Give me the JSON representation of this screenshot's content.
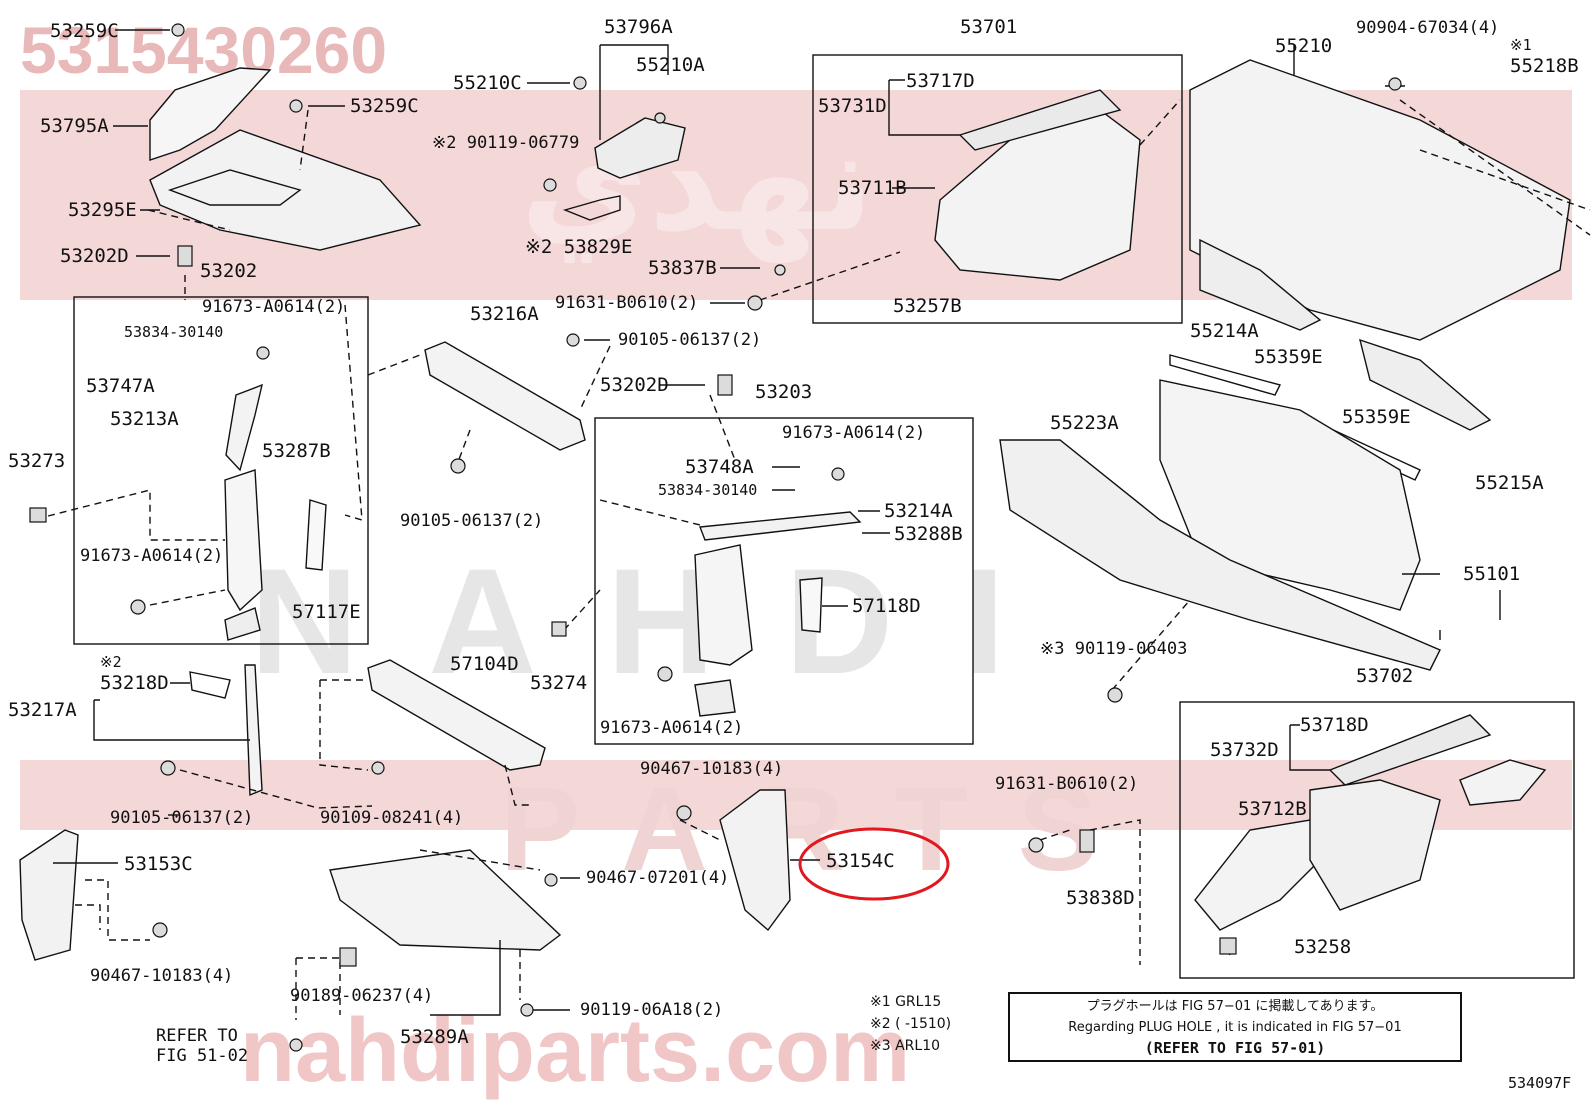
{
  "watermark": {
    "part_number": "5315430260",
    "arabic_brand": "نهدي",
    "latin_brand_top": "NAHDI",
    "latin_brand_mid": "PARTS",
    "site": "nahdiparts.com"
  },
  "colors": {
    "highlight_circle": "#e0191f",
    "watermark_band": "#f4d7d7",
    "line": "#111111"
  },
  "labels": [
    {
      "id": "53259C-top",
      "text": "53259C"
    },
    {
      "id": "53795A",
      "text": "53795A"
    },
    {
      "id": "53259C-mid",
      "text": "53259C"
    },
    {
      "id": "53295E",
      "text": "53295E"
    },
    {
      "id": "53202D-left",
      "text": "53202D"
    },
    {
      "id": "53202",
      "text": "53202"
    },
    {
      "id": "91673-A0614-a",
      "text": "91673-A0614(2)"
    },
    {
      "id": "53834-30140-a",
      "text": "53834-30140"
    },
    {
      "id": "53747A",
      "text": "53747A"
    },
    {
      "id": "53213A",
      "text": "53213A"
    },
    {
      "id": "53287B",
      "text": "53287B"
    },
    {
      "id": "53273",
      "text": "53273"
    },
    {
      "id": "91673-A0614-b",
      "text": "91673-A0614(2)"
    },
    {
      "id": "57117E",
      "text": "57117E"
    },
    {
      "id": "53796A",
      "text": "53796A"
    },
    {
      "id": "55210C",
      "text": "55210C"
    },
    {
      "id": "55210A",
      "text": "55210A"
    },
    {
      "id": "90119-06779",
      "text": "※2 90119-06779"
    },
    {
      "id": "53829E",
      "text": "※2 53829E"
    },
    {
      "id": "53837B",
      "text": "53837B"
    },
    {
      "id": "91631-B0610-a",
      "text": "91631-B0610(2)"
    },
    {
      "id": "53216A",
      "text": "53216A"
    },
    {
      "id": "90105-06137-a",
      "text": "90105-06137(2)"
    },
    {
      "id": "90105-06137-b",
      "text": "90105-06137(2)"
    },
    {
      "id": "53202D-mid",
      "text": "53202D"
    },
    {
      "id": "53203",
      "text": "53203"
    },
    {
      "id": "91673-A0614-c",
      "text": "91673-A0614(2)"
    },
    {
      "id": "53748A",
      "text": "53748A"
    },
    {
      "id": "53834-30140-b",
      "text": "53834-30140"
    },
    {
      "id": "53214A",
      "text": "53214A"
    },
    {
      "id": "53288B",
      "text": "53288B"
    },
    {
      "id": "57118D",
      "text": "57118D"
    },
    {
      "id": "53274",
      "text": "53274"
    },
    {
      "id": "91673-A0614-d",
      "text": "91673-A0614(2)"
    },
    {
      "id": "53701",
      "text": "53701"
    },
    {
      "id": "53717D",
      "text": "53717D"
    },
    {
      "id": "53731D",
      "text": "53731D"
    },
    {
      "id": "53711B",
      "text": "53711B"
    },
    {
      "id": "53257B",
      "text": "53257B"
    },
    {
      "id": "55210",
      "text": "55210"
    },
    {
      "id": "90904-67034",
      "text": "90904-67034(4)"
    },
    {
      "id": "mark1",
      "text": "※1"
    },
    {
      "id": "55218B",
      "text": "55218B"
    },
    {
      "id": "55214A",
      "text": "55214A"
    },
    {
      "id": "55359E-a",
      "text": "55359E"
    },
    {
      "id": "55359E-b",
      "text": "55359E"
    },
    {
      "id": "55215A",
      "text": "55215A"
    },
    {
      "id": "55223A",
      "text": "55223A"
    },
    {
      "id": "55101",
      "text": "55101"
    },
    {
      "id": "90119-06403",
      "text": "※3 90119-06403"
    },
    {
      "id": "mark2",
      "text": "※2"
    },
    {
      "id": "53218D",
      "text": "53218D"
    },
    {
      "id": "53217A",
      "text": "53217A"
    },
    {
      "id": "57104D",
      "text": "57104D"
    },
    {
      "id": "90105-06137-c",
      "text": "90105-06137(2)"
    },
    {
      "id": "90109-08241",
      "text": "90109-08241(4)"
    },
    {
      "id": "90467-10183-a",
      "text": "90467-10183(4)"
    },
    {
      "id": "53154C",
      "text": "53154C"
    },
    {
      "id": "90467-07201",
      "text": "90467-07201(4)"
    },
    {
      "id": "53153C",
      "text": "53153C"
    },
    {
      "id": "90467-10183-b",
      "text": "90467-10183(4)"
    },
    {
      "id": "90189-06237",
      "text": "90189-06237(4)"
    },
    {
      "id": "90119-06A18",
      "text": "90119-06A18(2)"
    },
    {
      "id": "refer-51-02-a",
      "text": "REFER TO"
    },
    {
      "id": "refer-51-02-b",
      "text": "FIG 51-02"
    },
    {
      "id": "53289A",
      "text": "53289A"
    },
    {
      "id": "91631-B0610-b",
      "text": "91631-B0610(2)"
    },
    {
      "id": "53838D",
      "text": "53838D"
    },
    {
      "id": "53702",
      "text": "53702"
    },
    {
      "id": "53718D",
      "text": "53718D"
    },
    {
      "id": "53732D",
      "text": "53732D"
    },
    {
      "id": "53712B",
      "text": "53712B"
    },
    {
      "id": "53258",
      "text": "53258"
    }
  ],
  "footnotes": [
    {
      "id": "fn1",
      "text": "※1 GRL15"
    },
    {
      "id": "fn2",
      "text": "※2 (      -1510)"
    },
    {
      "id": "fn3",
      "text": "※3 ARL10"
    }
  ],
  "notebox": {
    "line_jp": "プラグホールは FIG 57−01 に掲載してあります。",
    "line_en": "Regarding  PLUG  HOLE , it is indicated in  FIG  57−01",
    "line_ref": "(REFER TO FIG 57-01)"
  },
  "figure_code": "534097F",
  "highlighted_part": "53154C"
}
